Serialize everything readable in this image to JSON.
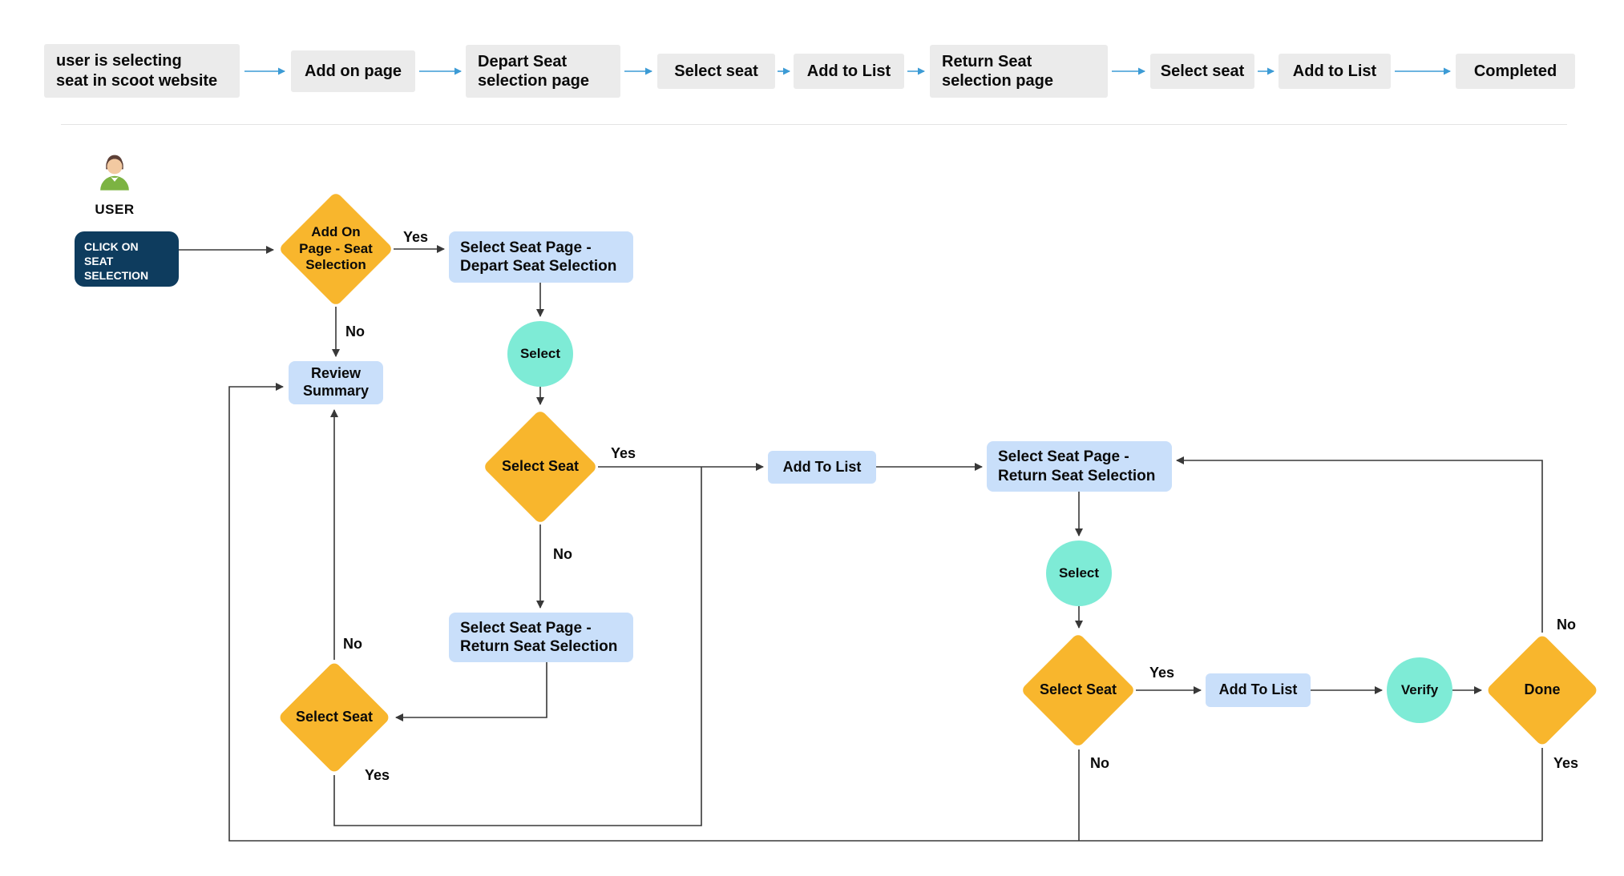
{
  "colors": {
    "step_bg": "#EBEBEB",
    "arrow_blue": "#3C9BD5",
    "wire_dark": "#383838",
    "diamond_yellow": "#F8B62D",
    "box_blue": "#C9DFFA",
    "circle_teal": "#7EEBD6",
    "start_navy": "#0E3C5E"
  },
  "top_flow": {
    "steps": [
      {
        "label": "user is selecting\nseat in scoot website"
      },
      {
        "label": "Add on page"
      },
      {
        "label": "Depart Seat\nselection page"
      },
      {
        "label": "Select seat"
      },
      {
        "label": "Add to List"
      },
      {
        "label": "Return Seat\nselection page"
      },
      {
        "label": "Select seat"
      },
      {
        "label": "Add to List"
      },
      {
        "label": "Completed"
      }
    ]
  },
  "flowchart": {
    "user_label": "USER",
    "start_label": "CLICK ON\nSEAT\nSELECTION",
    "addon_decision": "Add On\nPage - Seat\nSelection",
    "depart_page": "Select Seat Page -\nDepart Seat Selection",
    "review_summary": "Review\nSummary",
    "select_step_1": "Select",
    "select_seat_decision_1": "Select Seat",
    "add_to_list_1": "Add To List",
    "return_page_right": "Select Seat Page -\nReturn Seat Selection",
    "return_page_left": "Select Seat Page -\nReturn Seat Selection",
    "select_seat_decision_left": "Select Seat",
    "select_step_2": "Select",
    "select_seat_decision_2": "Select Seat",
    "add_to_list_2": "Add To List",
    "verify_step": "Verify",
    "done_decision": "Done",
    "labels": {
      "yes": "Yes",
      "no": "No"
    }
  }
}
